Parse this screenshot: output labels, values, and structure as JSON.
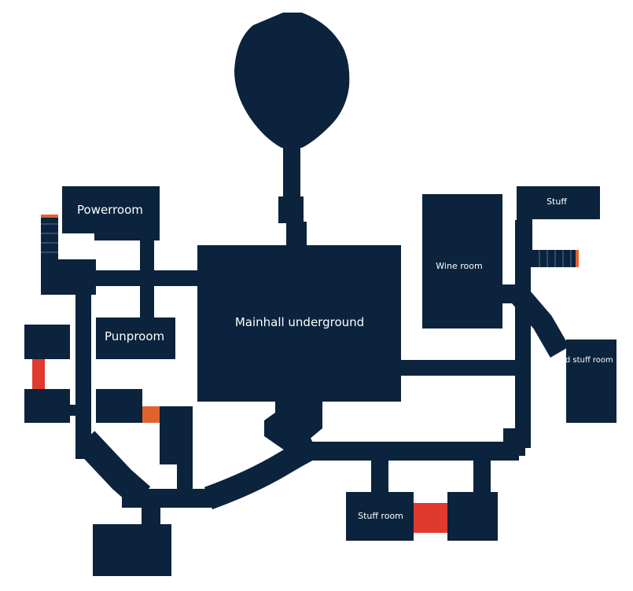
{
  "map": {
    "colors": {
      "floor": "#0b233c",
      "background": "#ffffff",
      "door_red": "#e03a2e",
      "door_orange": "#e2622f",
      "stair_stripe": "#5d6f9e"
    },
    "rooms": {
      "powerroom": "Powerroom",
      "punproom": "Punproom",
      "mainhall": "Mainhall underground",
      "wine_room": "Wine room",
      "stuff": "Stuff",
      "old_stuff_room": "Old stuff room",
      "stuff_room": "Stuff room"
    }
  }
}
